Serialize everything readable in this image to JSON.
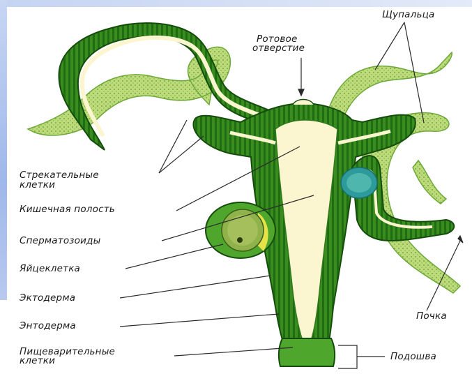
{
  "labels": {
    "tentacles": "Щупальца",
    "mouth_line1": "Ротовое",
    "mouth_line2": "отверстие",
    "stinging_line1": "Стрекательные",
    "stinging_line2": "клетки",
    "gut_cavity": "Кишечная полость",
    "sperm": "Сперматозоиды",
    "egg": "Яйцеклетка",
    "ectoderm": "Эктодерма",
    "endoderm": "Энтодерма",
    "bud": "Почка",
    "digestive_line1": "Пищеварительные",
    "digestive_line2": "клетки",
    "sole": "Подошва"
  },
  "colors": {
    "dark_green": "#1f6d13",
    "mid_green": "#4fa62c",
    "light_green": "#b8da73",
    "pale_cavity": "#fbf6cf",
    "egg_yellow": "#e6e24a",
    "bud_blue": "#2d9b9b",
    "line": "#2a2a2a"
  }
}
